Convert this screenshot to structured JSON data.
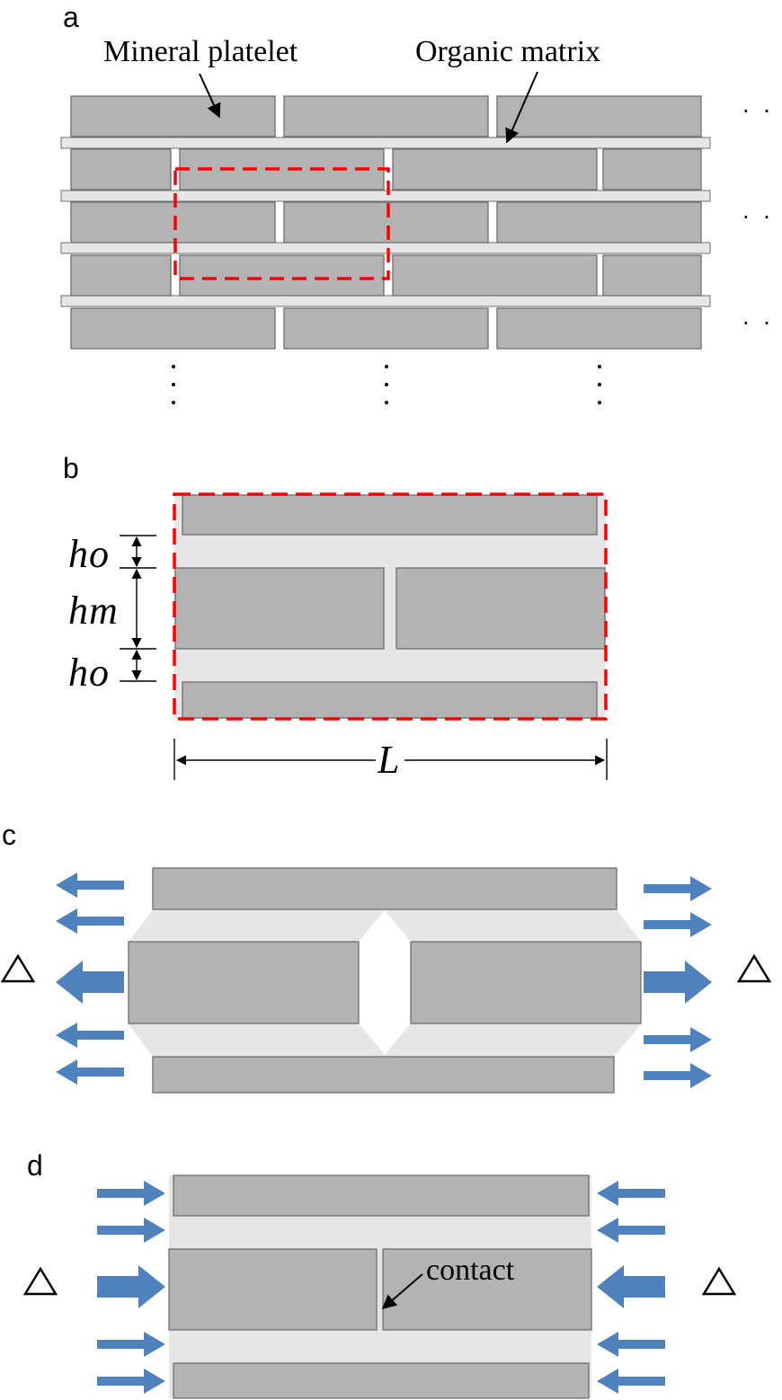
{
  "colors": {
    "platelet_fill": "#b3b3b3",
    "platelet_stroke": "#6e6e6e",
    "matrix_fill": "#e6e6e6",
    "dashed_box": "#ff0000",
    "load_arrow": "#4f81bd"
  },
  "icons": {
    "load_arrow": "arrow-icon",
    "support": "triangle-icon"
  },
  "panels": {
    "a": {
      "label": "a",
      "mineral_label": "Mineral platelet",
      "matrix_label": "Organic matrix",
      "ellipsis_h": "· · ·",
      "ellipsis_v": "⋮"
    },
    "b": {
      "label": "b",
      "h_o_symbol": "h",
      "h_o_sub": "o",
      "h_m_symbol": "h",
      "h_m_sub": "m",
      "length_symbol": "L"
    },
    "c": {
      "label": "c",
      "support_symbol": "△"
    },
    "d": {
      "label": "d",
      "contact_label": "contact",
      "support_symbol": "△"
    }
  }
}
